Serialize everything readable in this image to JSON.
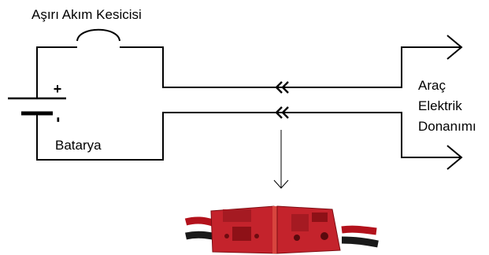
{
  "labels": {
    "breaker": "Aşırı Akım Kesicisi",
    "battery": "Batarya",
    "harness": [
      "Araç",
      "Elektrik",
      "Donanımı"
    ],
    "plus": "+",
    "minus": "-"
  },
  "icons": {
    "connector_symbol": "double-chevron-left-icon",
    "arrow": "arrow-right-icon",
    "pointer": "arrow-down-icon",
    "connector_photo": "anderson-connector-icon"
  },
  "colors": {
    "wire": "#000000",
    "connector_body": "#c4232c",
    "connector_dark": "#8e1117",
    "cable_black": "#1a1a1a",
    "cable_red": "#b3121c"
  }
}
